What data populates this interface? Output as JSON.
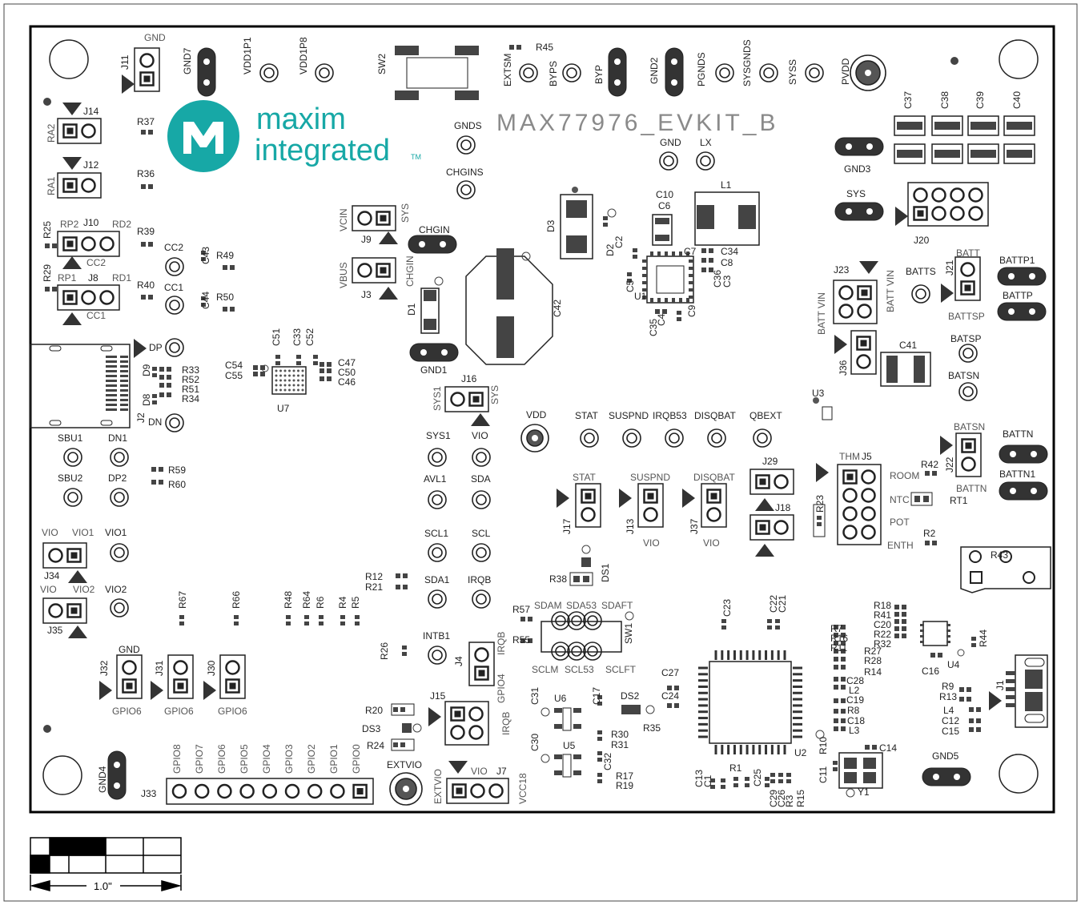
{
  "brand": {
    "name_top": "maxim",
    "name_bottom": "integrated",
    "tm": "TM",
    "logo_color": "#17a8a6"
  },
  "board_title": "MAX77976_EVKIT_B",
  "scale_label": "1.0\"",
  "colors": {
    "ink": "#222222",
    "board_outline": "#000000",
    "light_label": "#8a8a8a",
    "pad_fill": "#444444"
  },
  "labels": [
    "GND",
    "J11",
    "GND7",
    "VDD1P1",
    "VDD1P8",
    "SW2",
    "R45",
    "EXTSM",
    "BYPS",
    "BYP",
    "GND2",
    "PGNDS",
    "SYSGNDS",
    "SYSS",
    "PVDD",
    "J14",
    "RA2",
    "R37",
    "J12",
    "RA1",
    "R36",
    "J10",
    "RP2",
    "RD2",
    "R25",
    "CC2",
    "R39",
    "CC2",
    "C43",
    "R49",
    "R29",
    "RP1",
    "J8",
    "RD1",
    "R40",
    "CC1",
    "CC1",
    "C44",
    "R50",
    "GNDS",
    "CHGINS",
    "GND",
    "LX",
    "C37",
    "C38",
    "C39",
    "C40",
    "GND3",
    "SYS",
    "J20",
    "C10",
    "C6",
    "L1",
    "C7",
    "C34",
    "C8",
    "C36",
    "C3",
    "C5",
    "U1",
    "C4",
    "C35",
    "C9",
    "C2",
    "D2",
    "D3",
    "VCIN",
    "SYS",
    "J9",
    "CHGIN",
    "VBUS",
    "CHGIN",
    "J3",
    "D1",
    "C42",
    "GND1",
    "J23",
    "BATT VIN",
    "BATT VIN",
    "BATTS",
    "J21",
    "BATT",
    "BATTSP",
    "BATTP1",
    "BATTP",
    "J36",
    "C41",
    "BATSP",
    "BATSN",
    "U3",
    "DP",
    "D9",
    "R33",
    "R52",
    "R51",
    "R34",
    "D8",
    "J2",
    "DN",
    "C51",
    "C33",
    "C52",
    "C54",
    "C55",
    "C47",
    "C50",
    "C46",
    "U7",
    "J16",
    "SYS1",
    "SYS",
    "VDD",
    "STAT",
    "SUSPND",
    "IRQB53",
    "DISQBAT",
    "QBEXT",
    "SBU1",
    "DN1",
    "SBU2",
    "DP2",
    "R59",
    "R60",
    "SYS1",
    "VIO",
    "AVL1",
    "SDA",
    "SCL1",
    "SCL",
    "SDA1",
    "IRQB",
    "VIO",
    "VIO1",
    "VIO1",
    "J34",
    "VIO",
    "VIO2",
    "VIO2",
    "J35",
    "R12",
    "R21",
    "R67",
    "R66",
    "R48",
    "R64",
    "R6",
    "R4",
    "R5",
    "STAT",
    "J17",
    "SUSPND",
    "J13",
    "VIO",
    "DISQBAT",
    "J37",
    "VIO",
    "J29",
    "J18",
    "R23",
    "THM",
    "J5",
    "ROOM",
    "NTC",
    "POT",
    "ENTH",
    "R42",
    "J22",
    "BATTN",
    "RT1",
    "R2",
    "BATSN",
    "BATTN",
    "BATTN1",
    "R43",
    "R38",
    "DS1",
    "R57",
    "SDAM",
    "SDA53",
    "SDAFT",
    "SW1",
    "R55",
    "SCLM",
    "SCL53",
    "SCLFT",
    "C23",
    "C22",
    "C21",
    "R18",
    "R41",
    "C20",
    "R22",
    "R32",
    "R44",
    "C16",
    "U4",
    "R7",
    "R16",
    "R11",
    "R27",
    "R28",
    "R14",
    "C28",
    "L2",
    "C19",
    "R8",
    "C18",
    "L3",
    "R9",
    "R13",
    "J1",
    "L4",
    "C12",
    "C15",
    "GND",
    "J32",
    "GPIO6",
    "J31",
    "GPIO6",
    "J30",
    "GPIO6",
    "R26",
    "INTB1",
    "J4",
    "IRQB",
    "GPIO4",
    "J15",
    "IRQB",
    "R20",
    "DS3",
    "R24",
    "C31",
    "U6",
    "C17",
    "DS2",
    "R35",
    "C27",
    "C24",
    "R30",
    "R31",
    "C30",
    "U5",
    "C32",
    "R17",
    "R19",
    "U2",
    "R10",
    "C11",
    "C14",
    "Y1",
    "GND5",
    "C13",
    "C1",
    "R1",
    "C25",
    "C29",
    "C26",
    "R3",
    "R15",
    "GND4",
    "J33",
    "GPIO8",
    "GPIO7",
    "GPIO6",
    "GPIO5",
    "GPIO4",
    "GPIO3",
    "GPIO2",
    "GPIO1",
    "GPIO0",
    "EXTVIO",
    "J7",
    "VIO",
    "EXTVIO",
    "VCC18"
  ]
}
